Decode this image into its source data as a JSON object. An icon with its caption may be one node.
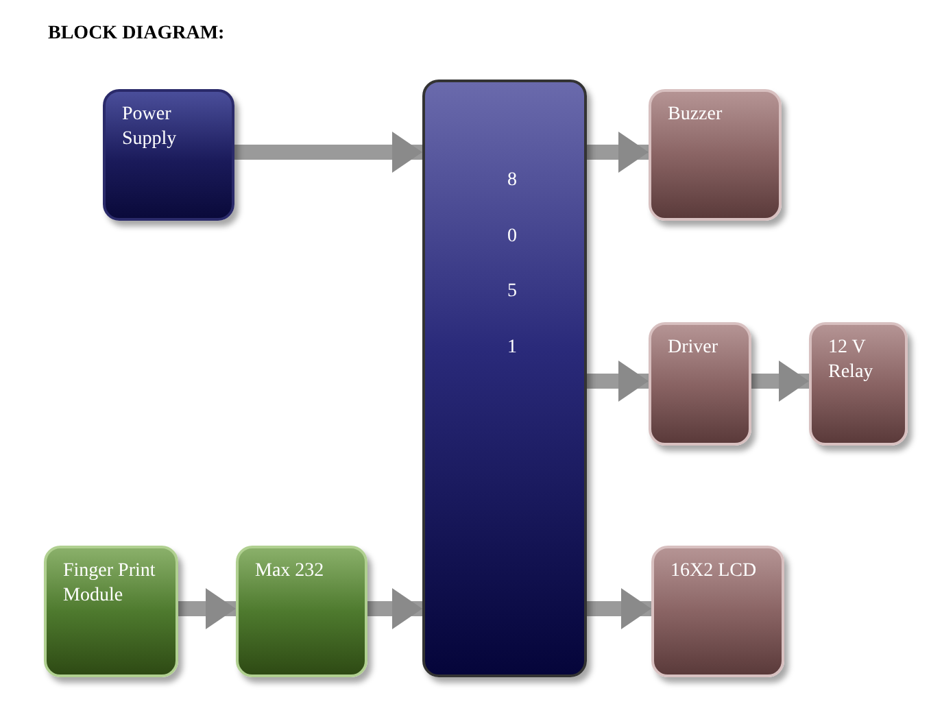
{
  "diagram": {
    "title": "BLOCK DIAGRAM:",
    "nodes": [
      {
        "text": [
          "Power Supply"
        ]
      },
      {
        "text": [
          "8051"
        ]
      },
      {
        "text": [
          "Buzzer"
        ]
      },
      {
        "text": [
          "Driver"
        ]
      },
      {
        "text": [
          "12 V Relay"
        ]
      },
      {
        "text": [
          "16X2 LCD"
        ]
      },
      {
        "text": [
          "Finger Print Module"
        ]
      },
      {
        "text": [
          "Max 232"
        ]
      }
    ],
    "edges": [
      {
        "from": 0,
        "to": 1,
        "arrow": "to"
      },
      {
        "from": 1,
        "to": 2,
        "arrow": "to"
      },
      {
        "from": 1,
        "to": 3,
        "arrow": "to"
      },
      {
        "from": 3,
        "to": 4,
        "arrow": "to"
      },
      {
        "from": 1,
        "to": 5,
        "arrow": "to"
      },
      {
        "from": 6,
        "to": 7,
        "arrow": "to"
      },
      {
        "from": 7,
        "to": 1,
        "arrow": "to"
      }
    ]
  }
}
